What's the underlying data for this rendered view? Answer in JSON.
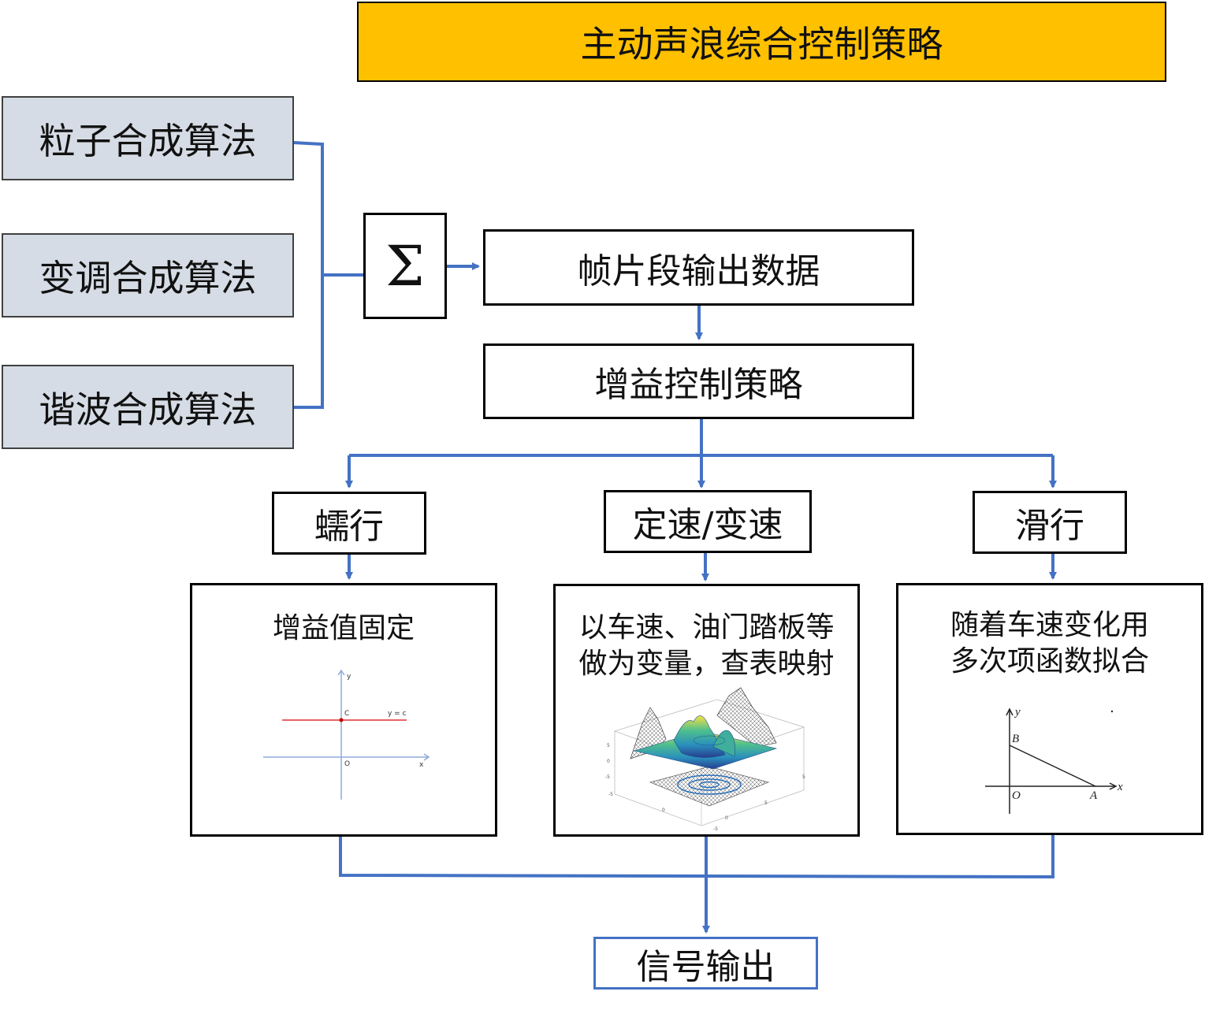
{
  "title": "主动声浪综合控制策略",
  "algorithms": [
    "粒子合成算法",
    "变调合成算法",
    "谐波合成算法"
  ],
  "sum_symbol": "Σ",
  "frame_output": "帧片段输出数据",
  "gain_strategy": "增益控制策略",
  "modes": [
    "蠕行",
    "定速/变速",
    "滑行"
  ],
  "panels": [
    {
      "text": [
        "增益值固定"
      ],
      "chart": {
        "y_axis": "y",
        "x_axis": "x",
        "origin": "O",
        "point": "C",
        "line_label": "y = c"
      }
    },
    {
      "text": [
        "以车速、油门踏板等",
        "做为变量，查表映射"
      ],
      "surface_ticks": [
        "5",
        "0",
        "-5",
        "-5",
        "0",
        "5",
        "5",
        "0",
        "-5"
      ]
    },
    {
      "text": [
        "随着车速变化用",
        "多次项函数拟合"
      ],
      "chart": {
        "y_axis": "y",
        "x_axis": "x",
        "origin": "O",
        "point_b": "B",
        "point_a": "A"
      }
    }
  ],
  "signal_output": "信号输出",
  "colors": {
    "title_bg": "#FFC000",
    "algo_bg": "#D6DCE5",
    "connector": "#4472C4",
    "curve": "#E03030"
  }
}
